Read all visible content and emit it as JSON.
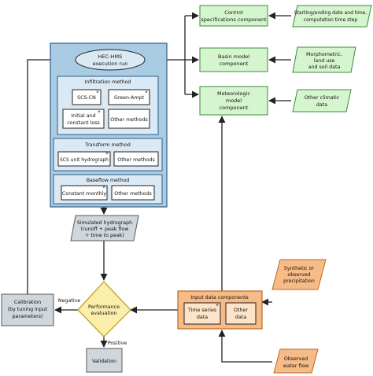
{
  "colors": {
    "green_fill": "#d5f5cf",
    "green_stroke": "#3c8a3c",
    "blue_panel": "#a9cbe3",
    "blue_panel_stroke": "#2f5f86",
    "light_blue": "#dbe9f4",
    "orange_fill": "#f6bb87",
    "orange_stroke": "#b96a20",
    "light_orange": "#fde3c8",
    "yellow_fill": "#fbeeaa",
    "grey_fill": "#cfd6dc",
    "grey_stroke": "#5a5a5a",
    "line": "#222222"
  },
  "control": {
    "line1": "Control",
    "line2": "specifications component"
  },
  "dates": {
    "line1": "Starting/ending date and time,",
    "line2": "computation time step"
  },
  "basin": {
    "line1": "Basin model",
    "line2": "component"
  },
  "morpho": {
    "line1": "Morphometric,",
    "line2": "land use",
    "line3": "and soil data"
  },
  "meteo": {
    "line1": "Meteorologic",
    "line2": "model",
    "line3": "component"
  },
  "climatic": {
    "line1": "Other climatic",
    "line2": "data"
  },
  "hec": {
    "line1": "HEC-HMS",
    "line2": "execution run"
  },
  "infiltration": {
    "title": "Infiltration method",
    "scs_cn": "SCS-CN",
    "green_ampt": "Green-Ampt",
    "initial_line1": "Initial and",
    "initial_line2": "constant loss",
    "other": "Other methods"
  },
  "transform": {
    "title": "Transform method",
    "scs_uh": "SCS unit hydrograph",
    "other": "Other methods"
  },
  "baseflow": {
    "title": "Baseflow method",
    "constant": "Constant monthly",
    "other": "Other methods"
  },
  "simulated": {
    "line1": "Simulated hydrograph",
    "line2": "(runoff + peak flow",
    "line3": "+ time to peak)"
  },
  "performance": {
    "line1": "Performance",
    "line2": "evaluation"
  },
  "calibration": {
    "line1": "Calibration",
    "line2": "(by tuning input",
    "line3": "parameters)"
  },
  "negative": "Negative",
  "positive": "Positive",
  "validation": "Validation",
  "input": {
    "title": "Input data components",
    "ts_line1": "Time series",
    "ts_line2": "data",
    "other_line1": "Other",
    "other_line2": "data"
  },
  "precip": {
    "line1": "Synthetic or",
    "line2": "observed",
    "line3": "precipitation"
  },
  "observed": {
    "line1": "Observed",
    "line2": "water flow"
  },
  "star_glyph": "*"
}
